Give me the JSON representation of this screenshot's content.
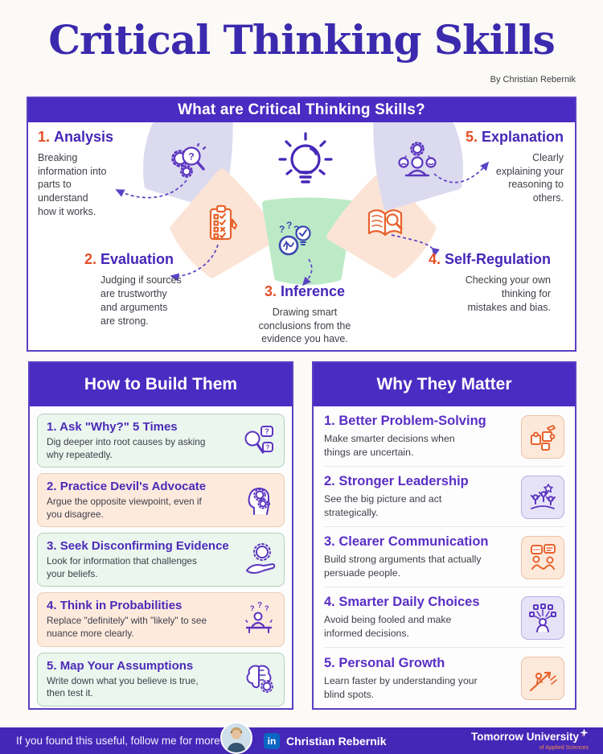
{
  "page": {
    "title": "Critical Thinking Skills",
    "byline": "By Christian Rebernik"
  },
  "colors": {
    "primary_purple": "#4a2cc2",
    "title_purple": "#3b2aad",
    "accent_orange": "#e44d26",
    "petal_lavender": "#dcdaef",
    "petal_peach": "#fbe4d6",
    "petal_green": "#bdeac6",
    "inference_blue": "#3a48b0",
    "icon_purple": "#5b35c0",
    "icon_orange": "#e8622c",
    "linkedin_blue": "#0a66c2",
    "mint_card": "#eaf6ee",
    "peach_card": "#fdeadd"
  },
  "what_are": {
    "banner": "What are Critical Thinking Skills?",
    "items": [
      {
        "num": "1.",
        "name": "Analysis",
        "desc": "Breaking information into parts to understand how it works."
      },
      {
        "num": "2.",
        "name": "Evaluation",
        "desc": "Judging if sources are trustworthy and arguments are strong."
      },
      {
        "num": "3.",
        "name": "Inference",
        "desc": "Drawing smart conclusions from the evidence you have."
      },
      {
        "num": "4.",
        "name": "Self-Regulation",
        "desc": "Checking your own thinking for mistakes and bias."
      },
      {
        "num": "5.",
        "name": "Explanation",
        "desc": "Clearly explaining your reasoning to others."
      }
    ]
  },
  "how_to_build": {
    "header": "How to Build Them",
    "cards": [
      {
        "num": "1.",
        "title": "Ask \"Why?\" 5 Times",
        "desc": "Dig deeper into root causes by asking why repeatedly."
      },
      {
        "num": "2.",
        "title": "Practice Devil's Advocate",
        "desc": "Argue the opposite viewpoint, even if you disagree."
      },
      {
        "num": "3.",
        "title": "Seek Disconfirming Evidence",
        "desc": "Look for information that challenges your beliefs."
      },
      {
        "num": "4.",
        "title": "Think in Probabilities",
        "desc": "Replace \"definitely\" with \"likely\" to see nuance more clearly."
      },
      {
        "num": "5.",
        "title": "Map Your Assumptions",
        "desc": "Write down what you believe is true, then test it."
      }
    ]
  },
  "why_matter": {
    "header": "Why They Matter",
    "items": [
      {
        "num": "1.",
        "title": "Better Problem-Solving",
        "desc": "Make smarter decisions when things are uncertain."
      },
      {
        "num": "2.",
        "title": "Stronger Leadership",
        "desc": "See the big picture and act strategically."
      },
      {
        "num": "3.",
        "title": "Clearer Communication",
        "desc": "Build strong arguments that actually persuade people."
      },
      {
        "num": "4.",
        "title": "Smarter Daily Choices",
        "desc": "Avoid being fooled and make informed decisions."
      },
      {
        "num": "5.",
        "title": "Personal Growth",
        "desc": "Learn faster by understanding your blind spots."
      }
    ]
  },
  "footer": {
    "cta": "If you found this useful, follow me for more",
    "name": "Christian Rebernik",
    "brand": "Tomorrow University",
    "brand_sub": "of Applied Sciences"
  }
}
